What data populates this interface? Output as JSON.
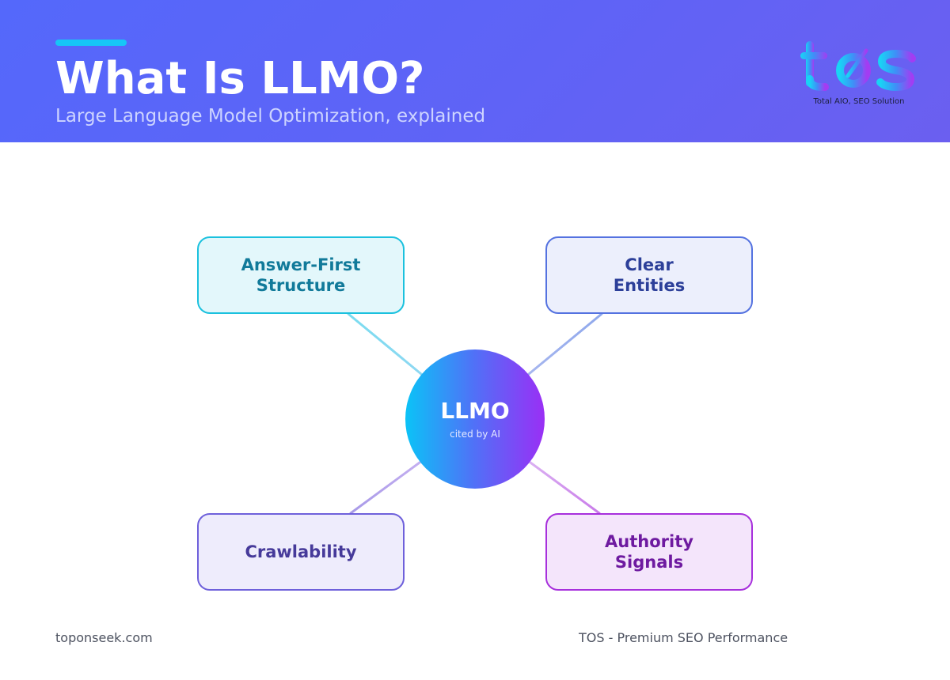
{
  "header": {
    "title": "What Is LLMO?",
    "subtitle": "Large Language Model Optimization, explained"
  },
  "logo": {
    "wordmark": "tos",
    "tagline": "Total AIO, SEO Solution"
  },
  "diagram": {
    "hub": {
      "title": "LLMO",
      "subtitle": "cited by AI"
    },
    "nodes": [
      {
        "label": "Answer-First\nStructure",
        "position": "top-left"
      },
      {
        "label": "Clear\nEntities",
        "position": "top-right"
      },
      {
        "label": "Crawlability",
        "position": "bottom-left"
      },
      {
        "label": "Authority\nSignals",
        "position": "bottom-right"
      }
    ]
  },
  "footer": {
    "left": "toponseek.com",
    "right": "TOS - Premium SEO Performance"
  },
  "colors": {
    "header_start": "#5468fb",
    "header_end": "#6b5ff0",
    "accent": "#16c6f7",
    "hub_start": "#0bc3f7",
    "hub_end": "#9a2ff5"
  }
}
